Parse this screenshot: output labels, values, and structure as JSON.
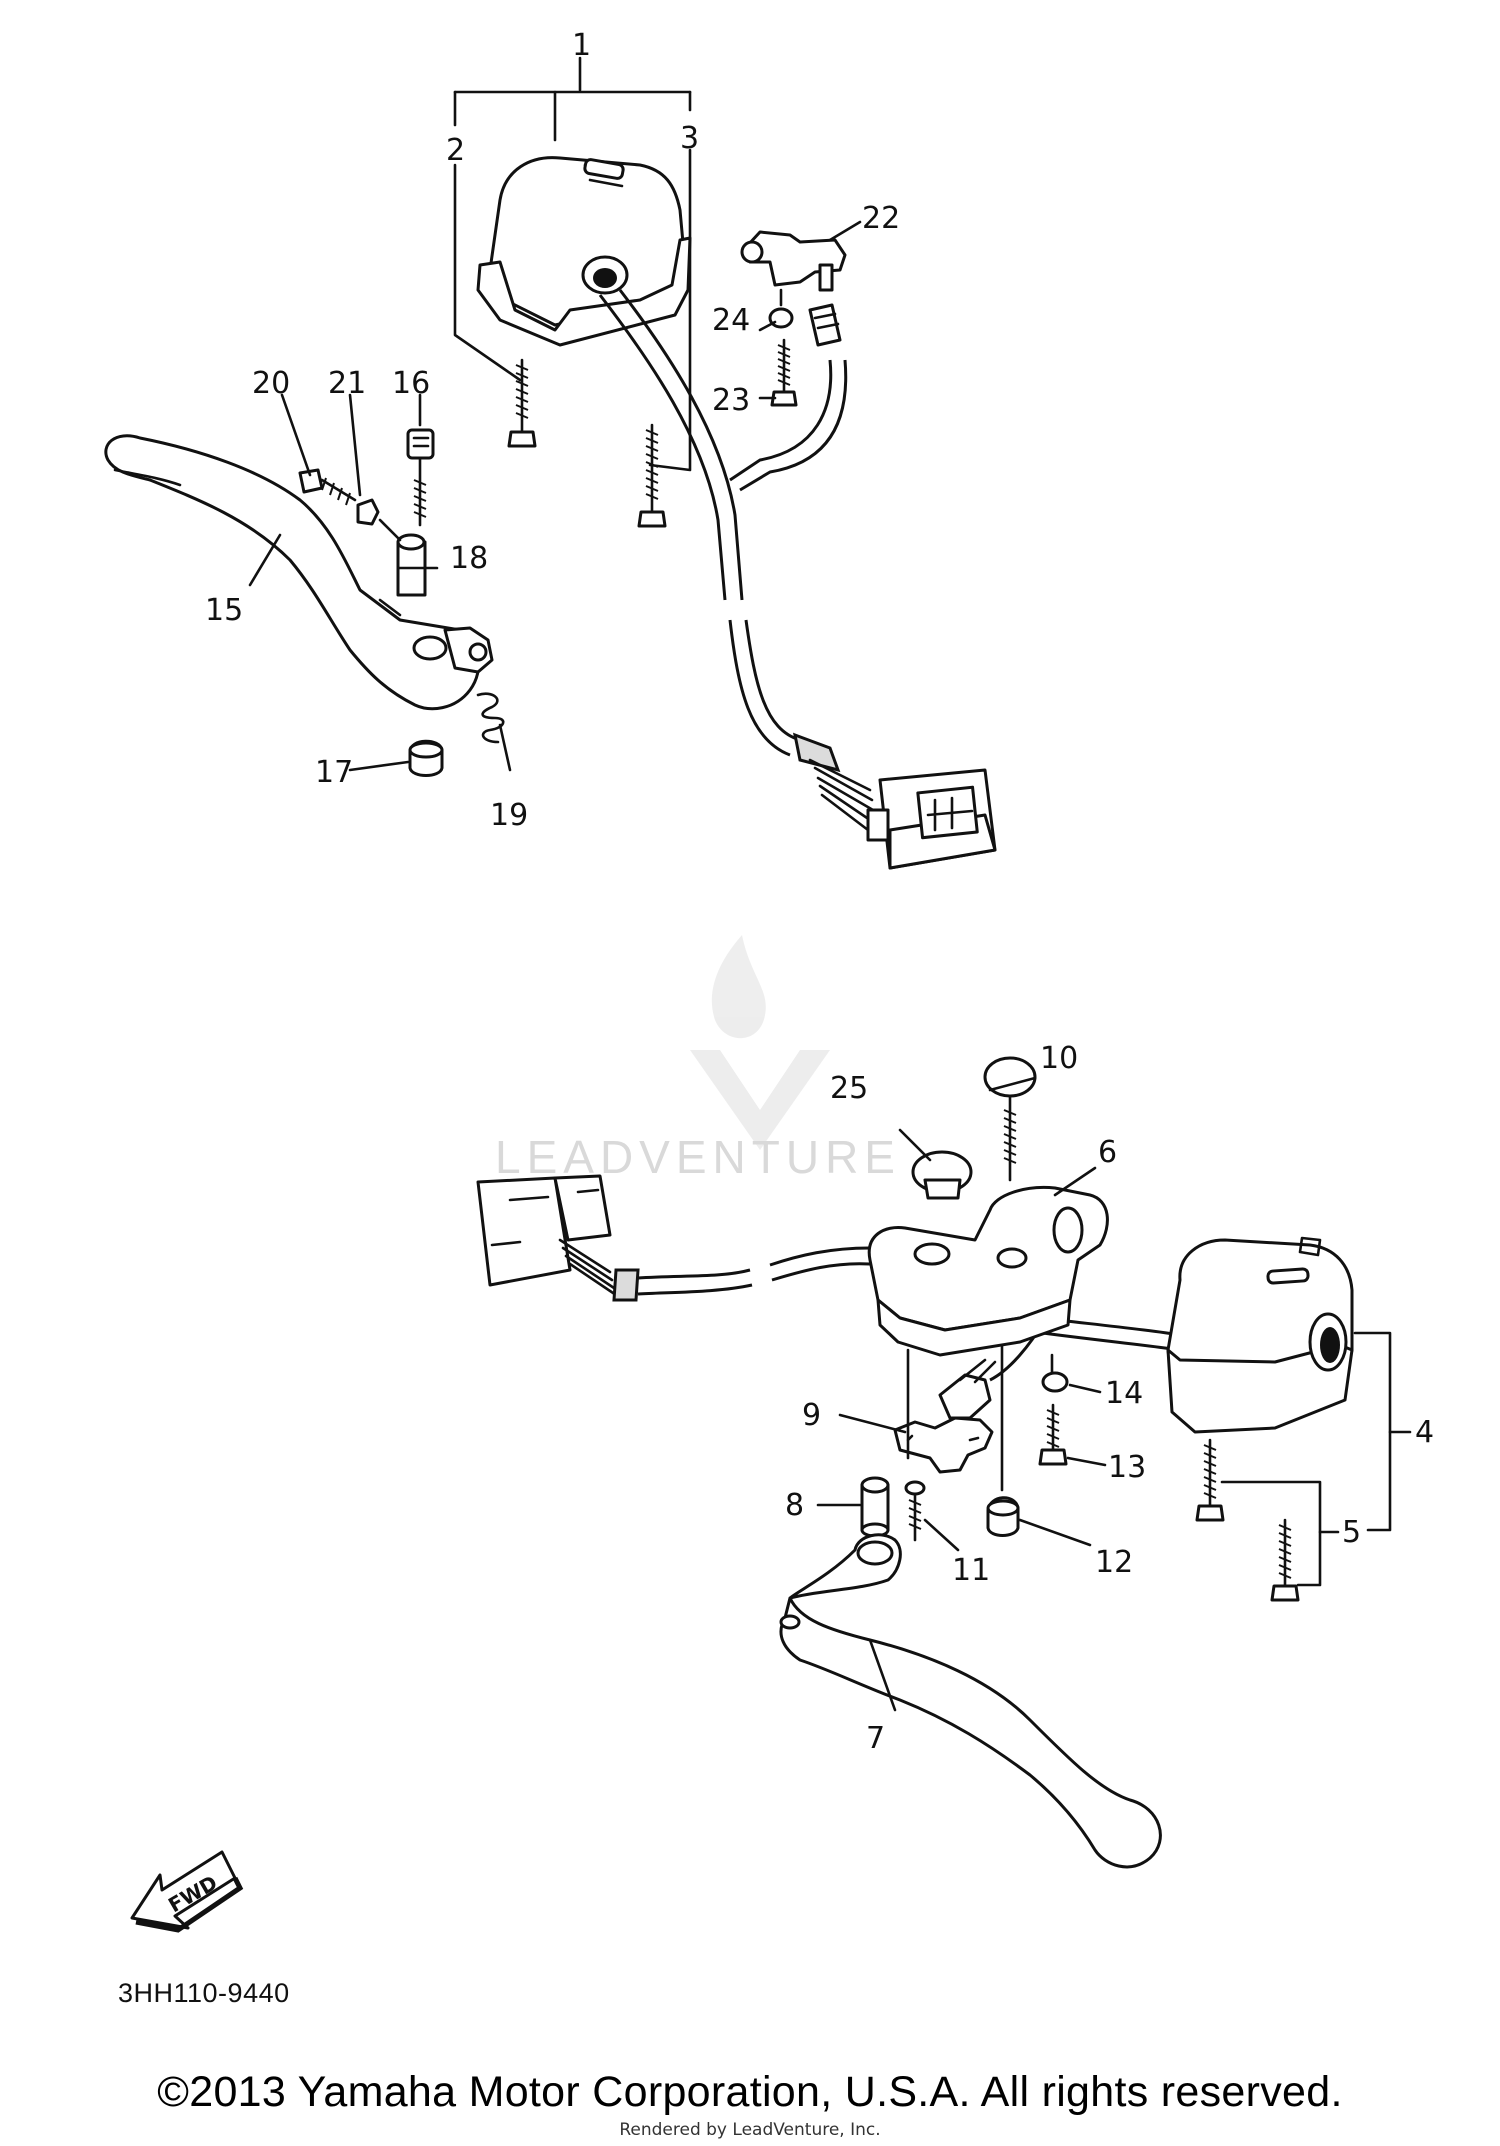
{
  "callouts": [
    {
      "id": "1",
      "label": "1"
    },
    {
      "id": "2",
      "label": "2"
    },
    {
      "id": "3",
      "label": "3"
    },
    {
      "id": "4",
      "label": "4"
    },
    {
      "id": "5",
      "label": "5"
    },
    {
      "id": "6",
      "label": "6"
    },
    {
      "id": "7",
      "label": "7"
    },
    {
      "id": "8",
      "label": "8"
    },
    {
      "id": "9",
      "label": "9"
    },
    {
      "id": "10",
      "label": "10"
    },
    {
      "id": "11",
      "label": "11"
    },
    {
      "id": "12",
      "label": "12"
    },
    {
      "id": "13",
      "label": "13"
    },
    {
      "id": "14",
      "label": "14"
    },
    {
      "id": "15",
      "label": "15"
    },
    {
      "id": "16",
      "label": "16"
    },
    {
      "id": "17",
      "label": "17"
    },
    {
      "id": "18",
      "label": "18"
    },
    {
      "id": "19",
      "label": "19"
    },
    {
      "id": "20",
      "label": "20"
    },
    {
      "id": "21",
      "label": "21"
    },
    {
      "id": "22",
      "label": "22"
    },
    {
      "id": "23",
      "label": "23"
    },
    {
      "id": "24",
      "label": "24"
    },
    {
      "id": "25",
      "label": "25"
    }
  ],
  "fwd_label": "FWD",
  "diagram_code": "3HH110-9440",
  "watermark": "LEADVENTURE",
  "footer": {
    "copyright": "©2013 Yamaha Motor Corporation, U.S.A. All rights reserved.",
    "rendered_by": "Rendered by LeadVenture, Inc."
  }
}
